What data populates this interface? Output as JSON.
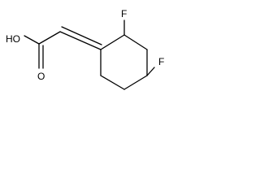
{
  "structure": {
    "labels": {
      "hydroxyl": "HO",
      "carbonyl_oxygen": "O",
      "fluorine_upper": "F",
      "fluorine_lower": "F"
    }
  }
}
